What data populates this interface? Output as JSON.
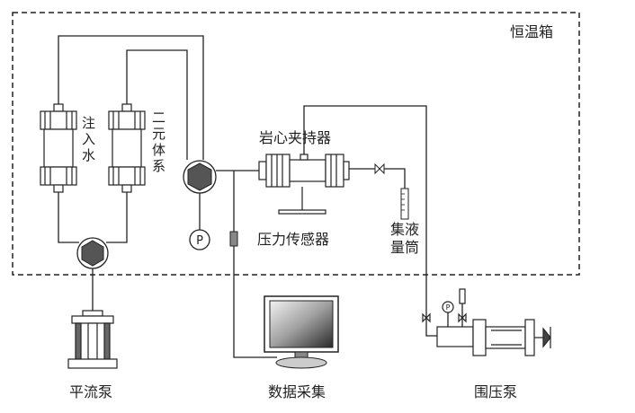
{
  "labels": {
    "thermostat": "恒温箱",
    "water_injection": "注入水",
    "binary_system": "二元体系",
    "core_holder": "岩心夹持器",
    "pressure_sensor": "压力传感器",
    "collection_cylinder": "集液量筒",
    "constant_flow_pump": "平流泵",
    "data_acquisition": "数据采集",
    "confining_pump": "围压泵",
    "pressure_gauge_symbol": "P",
    "confining_gauge_symbol": "P"
  },
  "colors": {
    "line": "#222222",
    "cylinder": "#444444",
    "valve_fill": "#555555"
  }
}
